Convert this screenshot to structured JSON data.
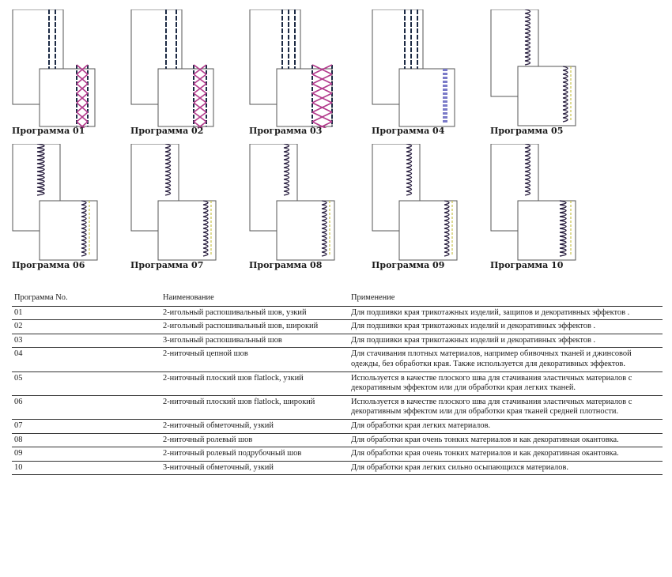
{
  "programs": [
    {
      "no": "01",
      "caption": "Программа 01",
      "name": "2-игольный распошивальный шов, узкий",
      "usage": "Для подшивки края трикотажных изделий, защипов и декоративных эффектов ."
    },
    {
      "no": "02",
      "caption": "Программа 02",
      "name": "2-игольный распошивальный шов, широкий",
      "usage": "Для подшивки края трикотажных изделий и декоративных эффектов ."
    },
    {
      "no": "03",
      "caption": "Программа 03",
      "name": "3-игольный распошивальный шов",
      "usage": "Для подшивки края трикотажных изделий и декоративных эффектов ."
    },
    {
      "no": "04",
      "caption": "Программа 04",
      "name": "2-ниточный цепной шов",
      "usage": "Для стачивания плотных материалов, например обивочных тканей и джинсовой одежды, без обработки края. Также используется для декоративных эффектов."
    },
    {
      "no": "05",
      "caption": "Программа 05",
      "name": "2-ниточный плоский шов flatlock, узкий",
      "usage": "Используется в качестве плоского шва для стачивания эластичных материалов с декоративным эффектом или для обработки края легких тканей."
    },
    {
      "no": "06",
      "caption": "Программа 06",
      "name": "2-ниточный плоский шов flatlock, широкий",
      "usage": "Используется в качестве плоского шва для стачивания эластичных материалов с декоративным эффектом или для обработки края тканей средней плотности."
    },
    {
      "no": "07",
      "caption": "Программа 07",
      "name": "2-ниточный обметочный, узкий",
      "usage": "Для обработки края легких материалов."
    },
    {
      "no": "08",
      "caption": "Программа 08",
      "name": "2-ниточный ролевый шов",
      "usage": "Для обработки края очень тонких материалов и как декоративная окантовка."
    },
    {
      "no": "09",
      "caption": "Программа 09",
      "name": "2-ниточный ролевый подрубочный шов",
      "usage": "Для обработки края очень тонких материалов и как декоративная окантовка."
    },
    {
      "no": "10",
      "caption": "Программа 10",
      "name": "3-ниточный обметочный, узкий",
      "usage": "Для обработки края легких сильно осыпающихся материалов."
    }
  ],
  "table": {
    "col_no": "Программа No.",
    "col_name": "Наименование",
    "col_usage": "Применение"
  },
  "colors": {
    "outline": "#555555",
    "needle_thread": "#1c2a44",
    "looper_pink": "#b23a8c",
    "looper_dark": "#2a2040",
    "yellow_thread": "#c8c24a",
    "blue_thread": "#7a7ac8"
  }
}
